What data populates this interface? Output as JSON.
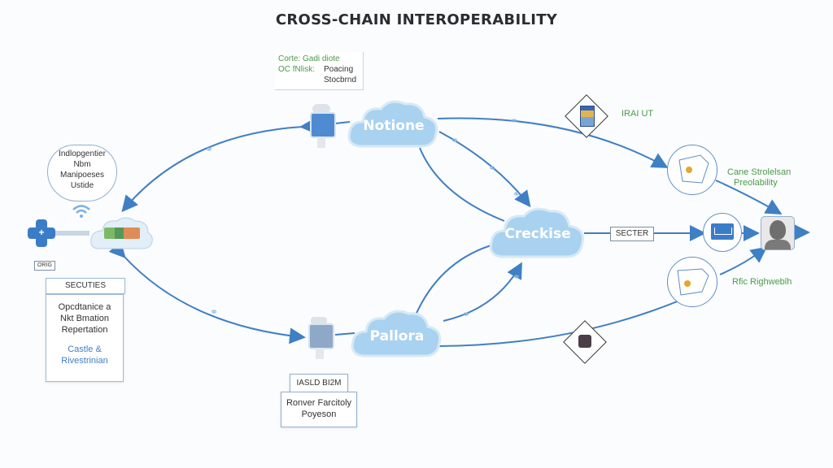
{
  "title": "CROSS-CHAIN INTEROPERABILITY",
  "colors": {
    "line": "#3f7fc4",
    "cloud": "#a9d2f0",
    "label_green": "#4a9a4a",
    "label_blue": "#3f7fc4"
  },
  "nodes": {
    "left_hub": {
      "icon": "plus-icon",
      "wifi_icon": "wifi-icon",
      "cloud_icon": "colored-blocks-icon",
      "tag": "ORIG"
    },
    "bubble_top_left": {
      "lines": [
        "Indlopgentier",
        "Nbm",
        "Manipoeses",
        "Ustide"
      ]
    },
    "securities_box": {
      "header": "SECUTIES",
      "lines": [
        "Opcdtanice a",
        "Nkt Bmation",
        "Repertation"
      ],
      "highlight_lines": [
        "Castle &",
        "Rivestrinian"
      ]
    },
    "top_note": {
      "green_lines": [
        "Corte: Gadi diote",
        "OC fNlisk:"
      ],
      "dark_lines": [
        "Poacing",
        "Stocbrnd"
      ]
    },
    "cloud_top": {
      "label": "Notione"
    },
    "cloud_bottom": {
      "label": "Pallora"
    },
    "cloud_center": {
      "label": "Creckise"
    },
    "bottom_box": {
      "header": "IASLD BI2M",
      "lines": [
        "Ronver Farcitoly",
        "Poyeson"
      ]
    },
    "center_tag": {
      "label": "SECTER"
    },
    "diamond_top": {
      "label": "IRAI UT"
    },
    "circle_top_right": {
      "label_lines": [
        "Cane Strolelsan",
        "Preolability"
      ]
    },
    "circle_bottom_right": {
      "label": "Rfic Righweblh"
    },
    "avatar": {
      "icon": "person-portrait-icon"
    },
    "laptop_circle": {
      "icon": "laptop-icon"
    }
  }
}
